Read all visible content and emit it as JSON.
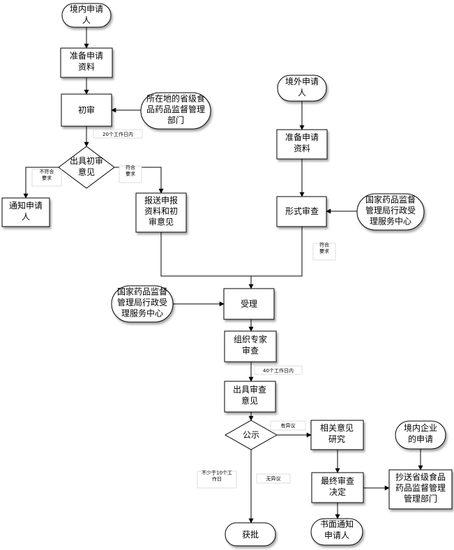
{
  "nodes": {
    "domestic_applicant": [
      "境内申请",
      "人"
    ],
    "prepare_materials_domestic": [
      "准备申请",
      "资料"
    ],
    "initial_review": [
      "初审"
    ],
    "provincial_food_drug_dept": [
      "所在地的省级食",
      "品药品监督管理",
      "部门"
    ],
    "initial_opinion": [
      "出具初审",
      "意见"
    ],
    "notify_applicant": [
      "通知申请",
      "人"
    ],
    "submit_materials_opinion": [
      "报送申报",
      "资料和初",
      "审意见"
    ],
    "overseas_applicant": [
      "境外申请",
      "人"
    ],
    "prepare_materials_overseas": [
      "准备申请",
      "资料"
    ],
    "national_service_center_right": [
      "国家药品监督",
      "管理局行政受",
      "理服务中心"
    ],
    "formal_review": [
      "形式审查"
    ],
    "national_service_center_left": [
      "国家药品监督",
      "管理局行政受",
      "理服务中心"
    ],
    "acceptance": [
      "受理"
    ],
    "expert_review": [
      "组织专家",
      "审查"
    ],
    "review_opinion": [
      "出具审查",
      "意见"
    ],
    "publicity": [
      "公示"
    ],
    "related_opinion_study": [
      "相关意见",
      "研究"
    ],
    "domestic_enterprise_application": [
      "境内企业",
      "的申请"
    ],
    "final_decision": [
      "最终审查",
      "决定"
    ],
    "copy_to_provincial": [
      "抄送省级食品",
      "药品监督管理",
      "管理部门"
    ],
    "approval": [
      "获批"
    ],
    "written_notice": [
      "书面通知",
      "申请人"
    ]
  },
  "notes": {
    "days_20": [
      "20个工作日内"
    ],
    "not_compliant": [
      "不符合",
      "要求"
    ],
    "compliant_left": [
      "符合",
      "要求"
    ],
    "compliant_right": [
      "符合",
      "要求"
    ],
    "days_40": [
      "40个工作日内"
    ],
    "has_objection": [
      "有异议"
    ],
    "at_least_10_days": [
      "不少于10个工",
      "作日"
    ],
    "no_objection": [
      "无异议"
    ]
  }
}
